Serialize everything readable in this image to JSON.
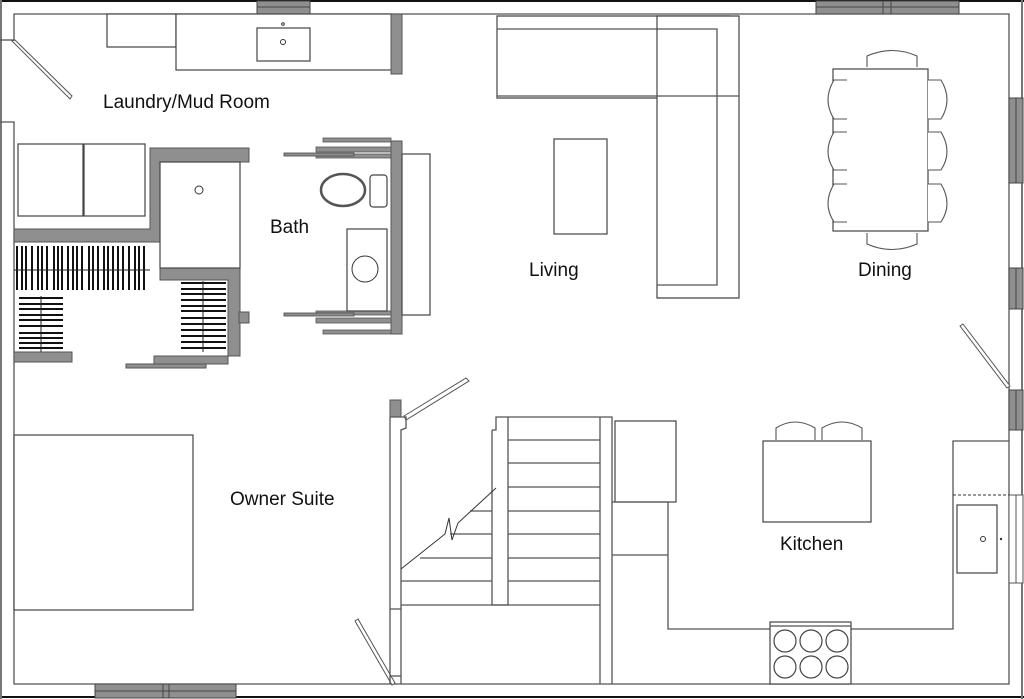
{
  "plan": {
    "type": "floor-plan",
    "colors": {
      "wall": "#8f8f8f",
      "line": "#555555",
      "background": "#ffffff"
    },
    "rooms": [
      {
        "id": "laundry",
        "label": "Laundry/Mud Room"
      },
      {
        "id": "bath",
        "label": "Bath"
      },
      {
        "id": "living",
        "label": "Living"
      },
      {
        "id": "dining",
        "label": "Dining"
      },
      {
        "id": "owner-suite",
        "label": "Owner Suite"
      },
      {
        "id": "kitchen",
        "label": "Kitchen"
      }
    ],
    "fixtures": {
      "dining_chairs": 8,
      "kitchen_stools": 2,
      "range_burners": 6,
      "stair_treads": 8
    }
  }
}
